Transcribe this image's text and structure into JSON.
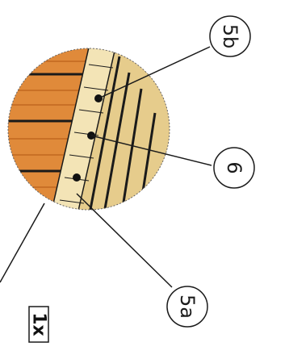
{
  "callouts": {
    "label_5b": "5b",
    "label_6": "6",
    "label_5a": "5a"
  },
  "scale": {
    "label": "1x"
  },
  "colors": {
    "wood_orange": "#e08a3a",
    "wood_dark_band": "#c46a22",
    "bark_tan": "#e6cc8c",
    "bark_light": "#f3e4b6",
    "outline": "#1a1a1a"
  }
}
